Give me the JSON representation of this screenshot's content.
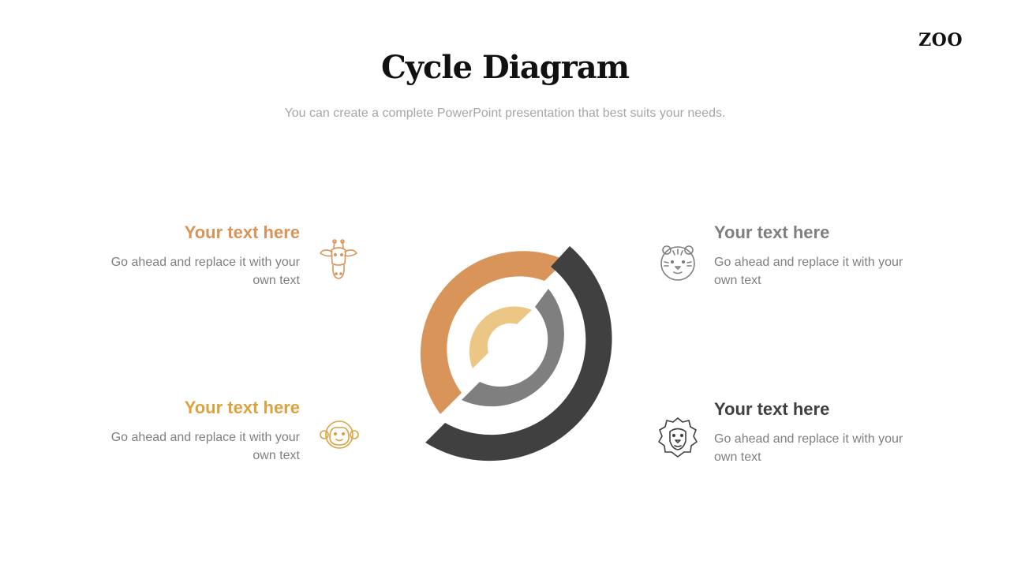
{
  "header": {
    "brand": "ZOO",
    "title": "Cycle Diagram",
    "subtitle": "You can create a complete PowerPoint presentation that best suits your needs."
  },
  "items": [
    {
      "title": "Your text here",
      "description": "Go ahead and replace it with your own text",
      "color": "#d99459",
      "icon": "giraffe-icon"
    },
    {
      "title": "Your text here",
      "description": "Go ahead and replace it with your own text",
      "color": "#dba33f",
      "icon": "monkey-icon"
    },
    {
      "title": "Your text here",
      "description": "Go ahead and replace it with your own text",
      "color": "#7f7f7f",
      "icon": "tiger-icon"
    },
    {
      "title": "Your text here",
      "description": "Go ahead and replace it with your own text",
      "color": "#404040",
      "icon": "lion-icon"
    }
  ],
  "colors": {
    "orange": "#d99459",
    "light_gold": "#ebc685",
    "gray": "#7f7f7f",
    "dark": "#404040"
  }
}
